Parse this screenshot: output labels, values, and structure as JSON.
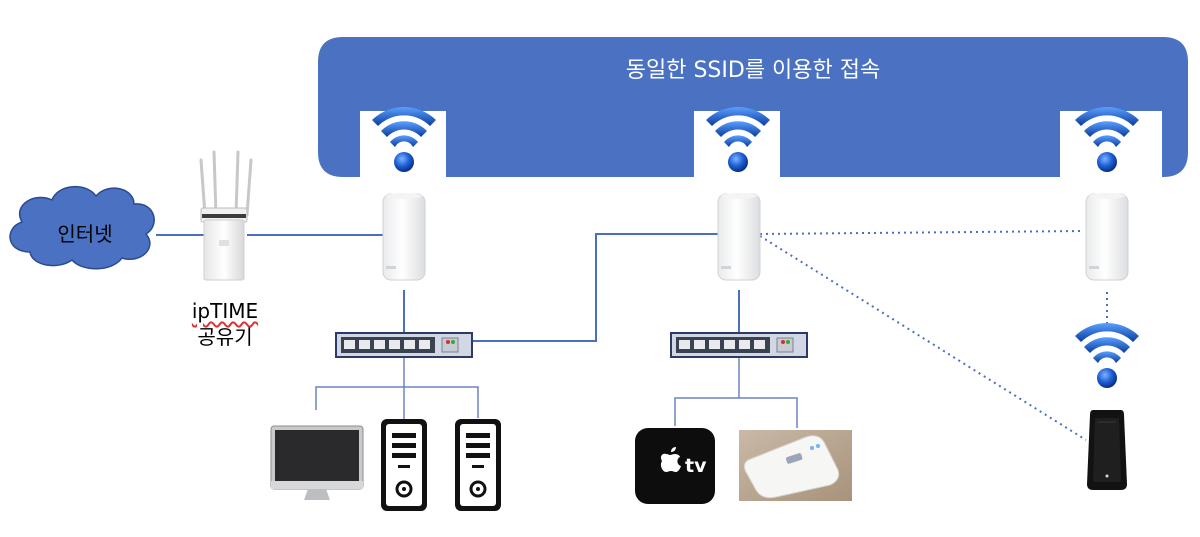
{
  "banner": {
    "title": "동일한 SSID를 이용한 접속"
  },
  "cloud": {
    "label": "인터넷"
  },
  "router": {
    "brand": "ipTIME",
    "label": "공유기"
  },
  "apple_tv": {
    "text": "tv"
  },
  "colors": {
    "banner_fill": "#4A71C2",
    "cable": "#4A6FC0",
    "cloud_fill": "#4A71C2",
    "wifi_blue": "#1E5FD6",
    "switch_fill": "#D2D7E6",
    "switch_border": "#2E3A66"
  },
  "icons": [
    "wifi-icon",
    "cloud-icon",
    "router-icon",
    "mesh-node-icon",
    "switch-icon",
    "monitor-icon",
    "tower-pc-icon",
    "apple-tv-icon",
    "portable-router-icon",
    "extender-icon"
  ]
}
